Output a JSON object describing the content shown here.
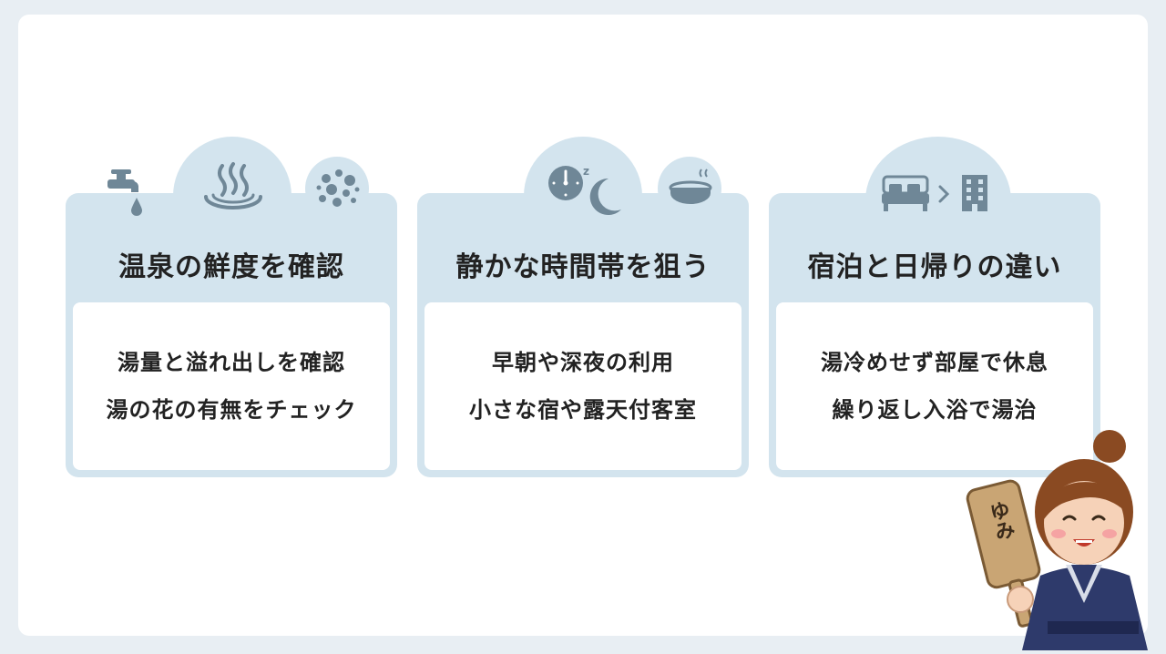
{
  "cards": [
    {
      "title": "温泉の鮮度を確認",
      "lines": [
        "湯量と溢れ出しを確認",
        "湯の花の有無をチェック"
      ],
      "icons": [
        "faucet-drop-icon",
        "hot-spring-icon",
        "mineral-flakes-icon"
      ]
    },
    {
      "title": "静かな時間帯を狙う",
      "lines": [
        "早朝や深夜の利用",
        "小さな宿や露天付客室"
      ],
      "icons": [
        "clock-icon",
        "moon-sleep-icon",
        "bath-tub-icon"
      ]
    },
    {
      "title": "宿泊と日帰りの違い",
      "lines": [
        "湯冷めせず部屋で休息",
        "繰り返し入浴で湯治"
      ],
      "icons": [
        "bed-icon",
        "chevron-right-icon",
        "building-icon"
      ]
    }
  ],
  "character": {
    "sign_text": "ゆみ"
  },
  "colors": {
    "card_bg": "#d3e4ee",
    "icon": "#6f8797",
    "page_bg": "#e8eef3"
  }
}
